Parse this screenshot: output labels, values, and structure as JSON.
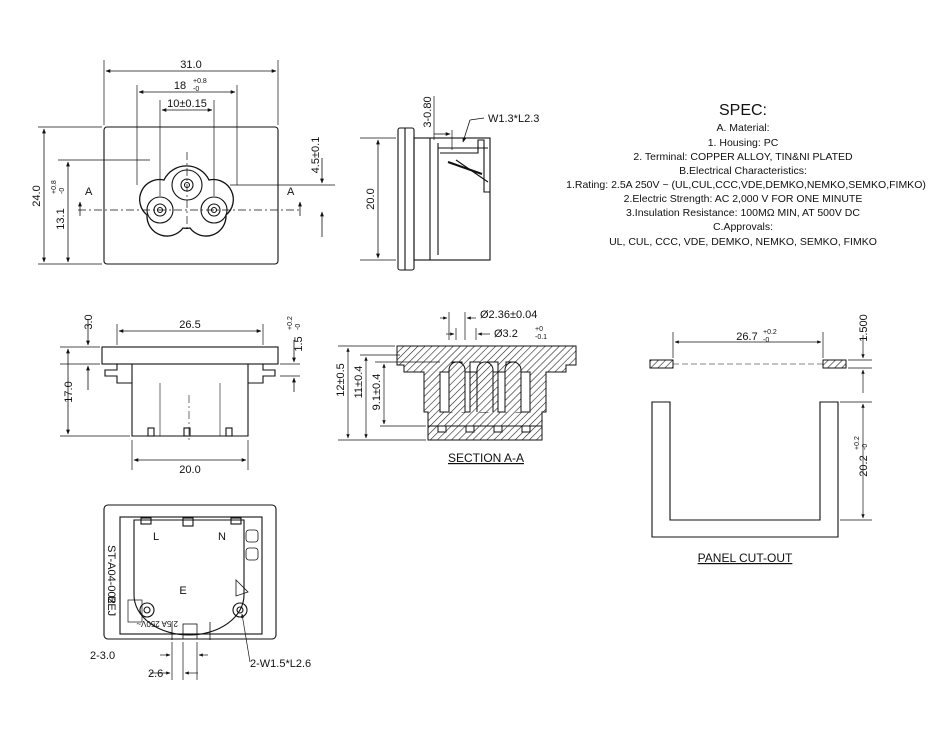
{
  "front_view": {
    "width_overall": "31.0",
    "width_mid": "18",
    "width_mid_tol_upper": "+0.8",
    "width_mid_tol_lower": "-0",
    "pin_pitch": "10±0.15",
    "height_overall": "24.0",
    "height_to_axis": "13.1",
    "height_to_axis_tol_upper": "+0.8",
    "height_to_axis_tol_lower": "-0",
    "axis_offset": "4.5±0.1",
    "section_mark_left": "A",
    "section_mark_right": "A"
  },
  "side_view": {
    "pin_spacing": "3-0.80",
    "pin_size": "W1.3*L2.3",
    "height": "20.0"
  },
  "spec": {
    "title": "SPEC:",
    "lines": [
      "A. Material:",
      "1.  Housing: PC",
      "2.  Terminal: COPPER ALLOY, TIN&NI  PLATED",
      "B.Electrical Characteristics:",
      "1.Rating:  2.5A 250V ~ (UL,CUL,CCC,VDE,DEMKO,NEMKO,SEMKO,FIMKO)",
      "2.Electric Strength: AC 2,000 V FOR ONE MINUTE",
      "3.Insulation Resistance: 100MΩ MIN, AT 500V DC",
      "C.Approvals:",
      "UL, CUL, CCC, VDE, DEMKO, NEMKO, SEMKO, FIMKO"
    ]
  },
  "elevation_view": {
    "flange_thickness": "3.0",
    "body_width": "26.5",
    "offset": "1.5",
    "offset_tol_upper": "+0.2",
    "offset_tol_lower": "-0",
    "height": "17.0",
    "base_width": "20.0"
  },
  "section_view": {
    "hole_small": "Ø2.36±0.04",
    "hole_large": "Ø3.2",
    "hole_large_tol_upper": "+0",
    "hole_large_tol_lower": "-0.1",
    "depth_1": "12±0.5",
    "depth_2": "11±0.4",
    "depth_3": "9.1±0.4",
    "caption": "SECTION A-A"
  },
  "cutout_view": {
    "width": "26.7",
    "width_tol_upper": "+0.2",
    "width_tol_lower": "-0",
    "panel_thickness": "1.500",
    "height": "20.2",
    "height_tol_upper": "+0.2",
    "height_tol_lower": "-0",
    "caption": "PANEL CUT-OUT"
  },
  "bottom_view": {
    "part_number": "ST-A04-002",
    "marking": "BEJ",
    "rating_marking": "2.5A 250V~",
    "label_l": "L",
    "label_n": "N",
    "label_e": "E",
    "slot_spacing": "2-3.0",
    "slot_width": "2.6",
    "terminal_size": "2-W1.5*L2.6"
  }
}
